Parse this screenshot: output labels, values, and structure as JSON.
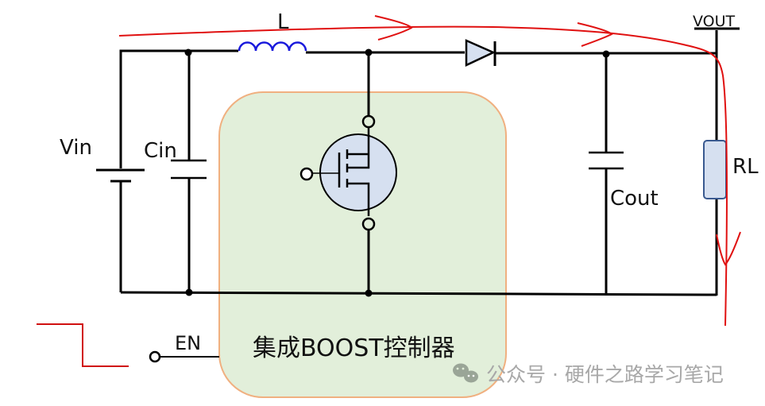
{
  "diagram": {
    "title": "集成BOOST控制器",
    "labels": {
      "vin": "Vin",
      "cin": "Cin",
      "inductor": "L",
      "cout": "Cout",
      "load": "RL",
      "vout": "VOUT",
      "enable": "EN",
      "controller": "集成BOOST控制器"
    },
    "components": [
      {
        "id": "vin",
        "type": "battery",
        "label": "Vin"
      },
      {
        "id": "cin",
        "type": "capacitor",
        "label": "Cin"
      },
      {
        "id": "inductor",
        "type": "inductor",
        "label": "L"
      },
      {
        "id": "mosfet",
        "type": "n-mosfet",
        "label": ""
      },
      {
        "id": "diode",
        "type": "diode",
        "label": ""
      },
      {
        "id": "cout",
        "type": "capacitor",
        "label": "Cout"
      },
      {
        "id": "load",
        "type": "resistor",
        "label": "RL"
      },
      {
        "id": "controller",
        "type": "ic-block",
        "label": "集成BOOST控制器"
      },
      {
        "id": "en",
        "type": "input-terminal",
        "label": "EN"
      }
    ],
    "annotations": {
      "current_path": "red arrows: Vin → L → diode → VOUT → RL (down)",
      "enable_signal": "red step waveform (high → low) at EN input"
    },
    "colors": {
      "wire": "#000000",
      "inductor": "#1a1adc",
      "component_fill": "#d6e0f0",
      "resistor_border": "#3a5a90",
      "controller_fill": "#e2efda",
      "controller_border": "#f0b080",
      "current_arrow": "#e01010",
      "watermark": "#a8a8a8"
    }
  },
  "watermark": {
    "icon": "wechat-icon",
    "text": "公众号 · 硬件之路学习笔记"
  }
}
